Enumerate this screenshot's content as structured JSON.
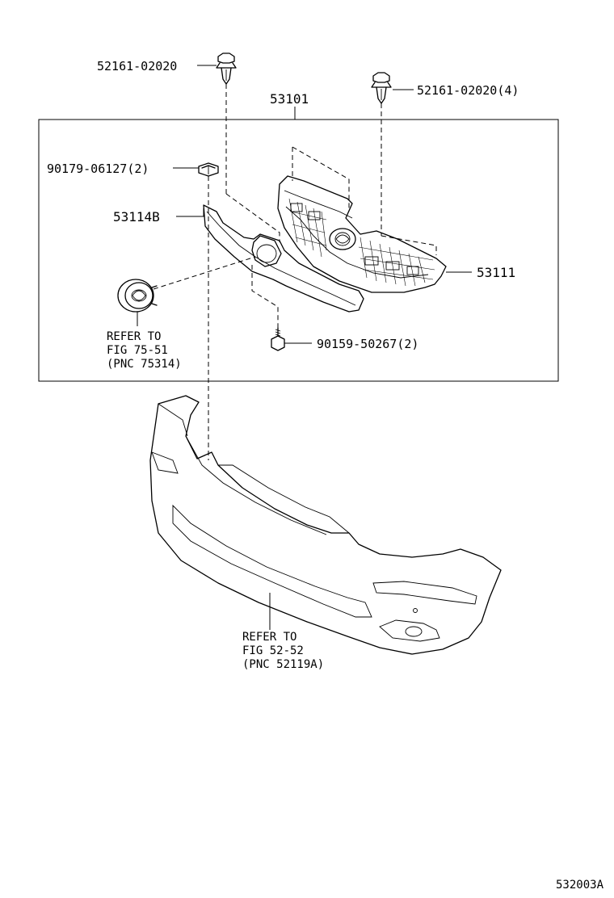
{
  "callouts": {
    "clip_top_left": "52161-02020",
    "clip_top_right": "52161-02020(4)",
    "assembly": "53101",
    "nut": "90179-06127(2)",
    "molding": "53114B",
    "grille": "53111",
    "screw": "90159-50267(2)",
    "emblem_ref": [
      "REFER TO",
      "FIG 75-51",
      "(PNC 75314)"
    ],
    "bumper_ref": [
      "REFER TO",
      "FIG 52-52",
      "(PNC 52119A)"
    ]
  },
  "figure_id": "532003A"
}
